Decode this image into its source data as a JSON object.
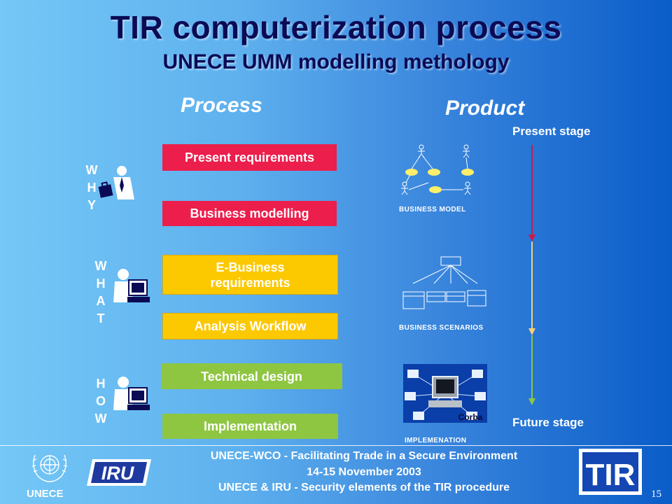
{
  "title": "TIR computerization process",
  "subtitle": "UNECE UMM modelling methology",
  "headings": {
    "process": "Process",
    "product": "Product"
  },
  "boxes": [
    {
      "label": "Present requirements"
    },
    {
      "label": "Business modelling"
    },
    {
      "label": "E-Business requirements"
    },
    {
      "label": "Analysis Workflow"
    },
    {
      "label": "Technical design"
    },
    {
      "label": "Implementation"
    }
  ],
  "groups": [
    {
      "letters": [
        "W",
        "H",
        "Y"
      ]
    },
    {
      "letters": [
        "W",
        "H",
        "A",
        "T"
      ]
    },
    {
      "letters": [
        "H",
        "O",
        "W"
      ]
    }
  ],
  "product_captions": {
    "business_model": "BUSINESS MODEL",
    "business_scenarios": "BUSINESS SCENARIOS",
    "implementation": "IMPLEMENATION",
    "corba": "Corba"
  },
  "timeline": {
    "start": "Present stage",
    "end": "Future stage",
    "colors": [
      "#d01848",
      "#f5cf74",
      "#8ec642"
    ]
  },
  "footer": {
    "line1": "UNECE-WCO - Facilitating Trade in a Secure Environment",
    "line2": "14-15 November 2003",
    "line3": "UNECE & IRU - Security elements of the TIR procedure",
    "org_left": "UNECE",
    "iru_logo": "IRU",
    "tir_logo": "TIR",
    "page": "15"
  }
}
